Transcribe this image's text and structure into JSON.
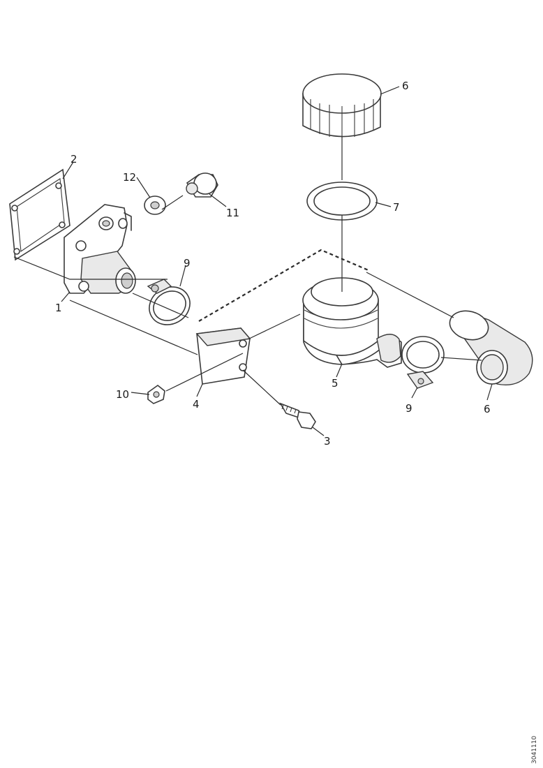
{
  "diagram": {
    "callouts": [
      {
        "id": "c1",
        "label": "1"
      },
      {
        "id": "c2",
        "label": "2"
      },
      {
        "id": "c3",
        "label": "3"
      },
      {
        "id": "c4",
        "label": "4"
      },
      {
        "id": "c5",
        "label": "5"
      },
      {
        "id": "c6a",
        "label": "6"
      },
      {
        "id": "c6b",
        "label": "6"
      },
      {
        "id": "c7",
        "label": "7"
      },
      {
        "id": "c9a",
        "label": "9"
      },
      {
        "id": "c9b",
        "label": "9"
      },
      {
        "id": "c10",
        "label": "10"
      },
      {
        "id": "c11",
        "label": "11"
      },
      {
        "id": "c12",
        "label": "12"
      }
    ],
    "doc_ref": "3041110"
  },
  "colors": {
    "line": "#3a3a3a",
    "background": "#ffffff"
  }
}
